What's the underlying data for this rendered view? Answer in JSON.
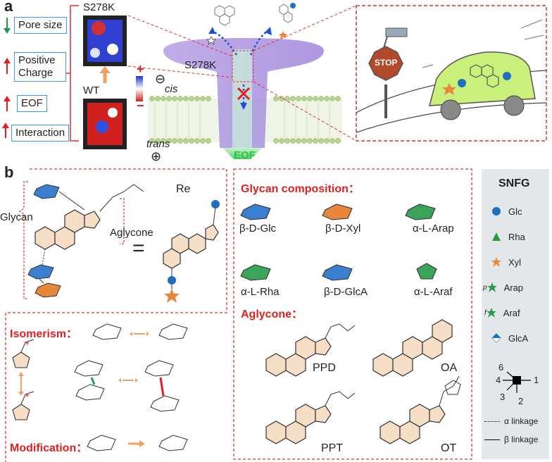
{
  "panel_a": {
    "letter": "a",
    "properties": [
      {
        "label": "Pore size",
        "arrow": "down",
        "arrow_color": "#1a9a4a"
      },
      {
        "label": "Positive Charge",
        "arrow": "up",
        "arrow_color": "#e02020"
      },
      {
        "label": "EOF",
        "arrow": "up",
        "arrow_color": "#e02020"
      },
      {
        "label": "Interaction",
        "arrow": "up",
        "arrow_color": "#e02020"
      }
    ],
    "mutant_label": "S278K",
    "wt_label": "WT",
    "charge_plus": "+",
    "charge_minus": "−",
    "pore_label": "S278K",
    "cis_label": "cis",
    "trans_label": "trans",
    "cis_sign": "⊖",
    "trans_sign": "⊕",
    "eof_label": "EOF",
    "stop_sign": "STOP"
  },
  "panel_b": {
    "letter": "b",
    "glycan_label": "Glycan",
    "aglycone_label": "Aglycone",
    "re_label": "Re",
    "equals": "=",
    "glycan_composition_title": "Glycan composition：",
    "sugars": [
      {
        "name": "β-D-Glc",
        "color": "#3a7fd0"
      },
      {
        "name": "β-D-Xyl",
        "color": "#e8873a"
      },
      {
        "name": "α-L-Arap",
        "color": "#3aa55a"
      },
      {
        "name": "α-L-Rha",
        "color": "#3aa55a"
      },
      {
        "name": "β-D-GlcA",
        "color": "#3a7fd0"
      },
      {
        "name": "α-L-Araf",
        "color": "#3aa55a"
      }
    ],
    "aglycone_title": "Aglycone：",
    "aglycones": [
      "PPD",
      "OA",
      "PPT",
      "OT"
    ],
    "isomerism_title": "Isomerism：",
    "modification_title": "Modification：",
    "snfg": {
      "title": "SNFG",
      "items": [
        {
          "label": "Glc",
          "shape": "circle",
          "color": "#1f6fbf"
        },
        {
          "label": "Rha",
          "shape": "triangle",
          "color": "#2a9a4a"
        },
        {
          "label": "Xyl",
          "shape": "star",
          "color": "#e8873a"
        },
        {
          "label": "Arap",
          "prefix": "p",
          "shape": "star",
          "color": "#2a9a4a"
        },
        {
          "label": "Araf",
          "prefix": "f",
          "shape": "star",
          "color": "#2a9a4a"
        },
        {
          "label": "GlcA",
          "shape": "diamond",
          "color": "#1f6fbf"
        }
      ],
      "positions": [
        "6",
        "4",
        "1",
        "3",
        "2"
      ],
      "alpha_linkage": "α linkage",
      "beta_linkage": "β linkage"
    }
  }
}
